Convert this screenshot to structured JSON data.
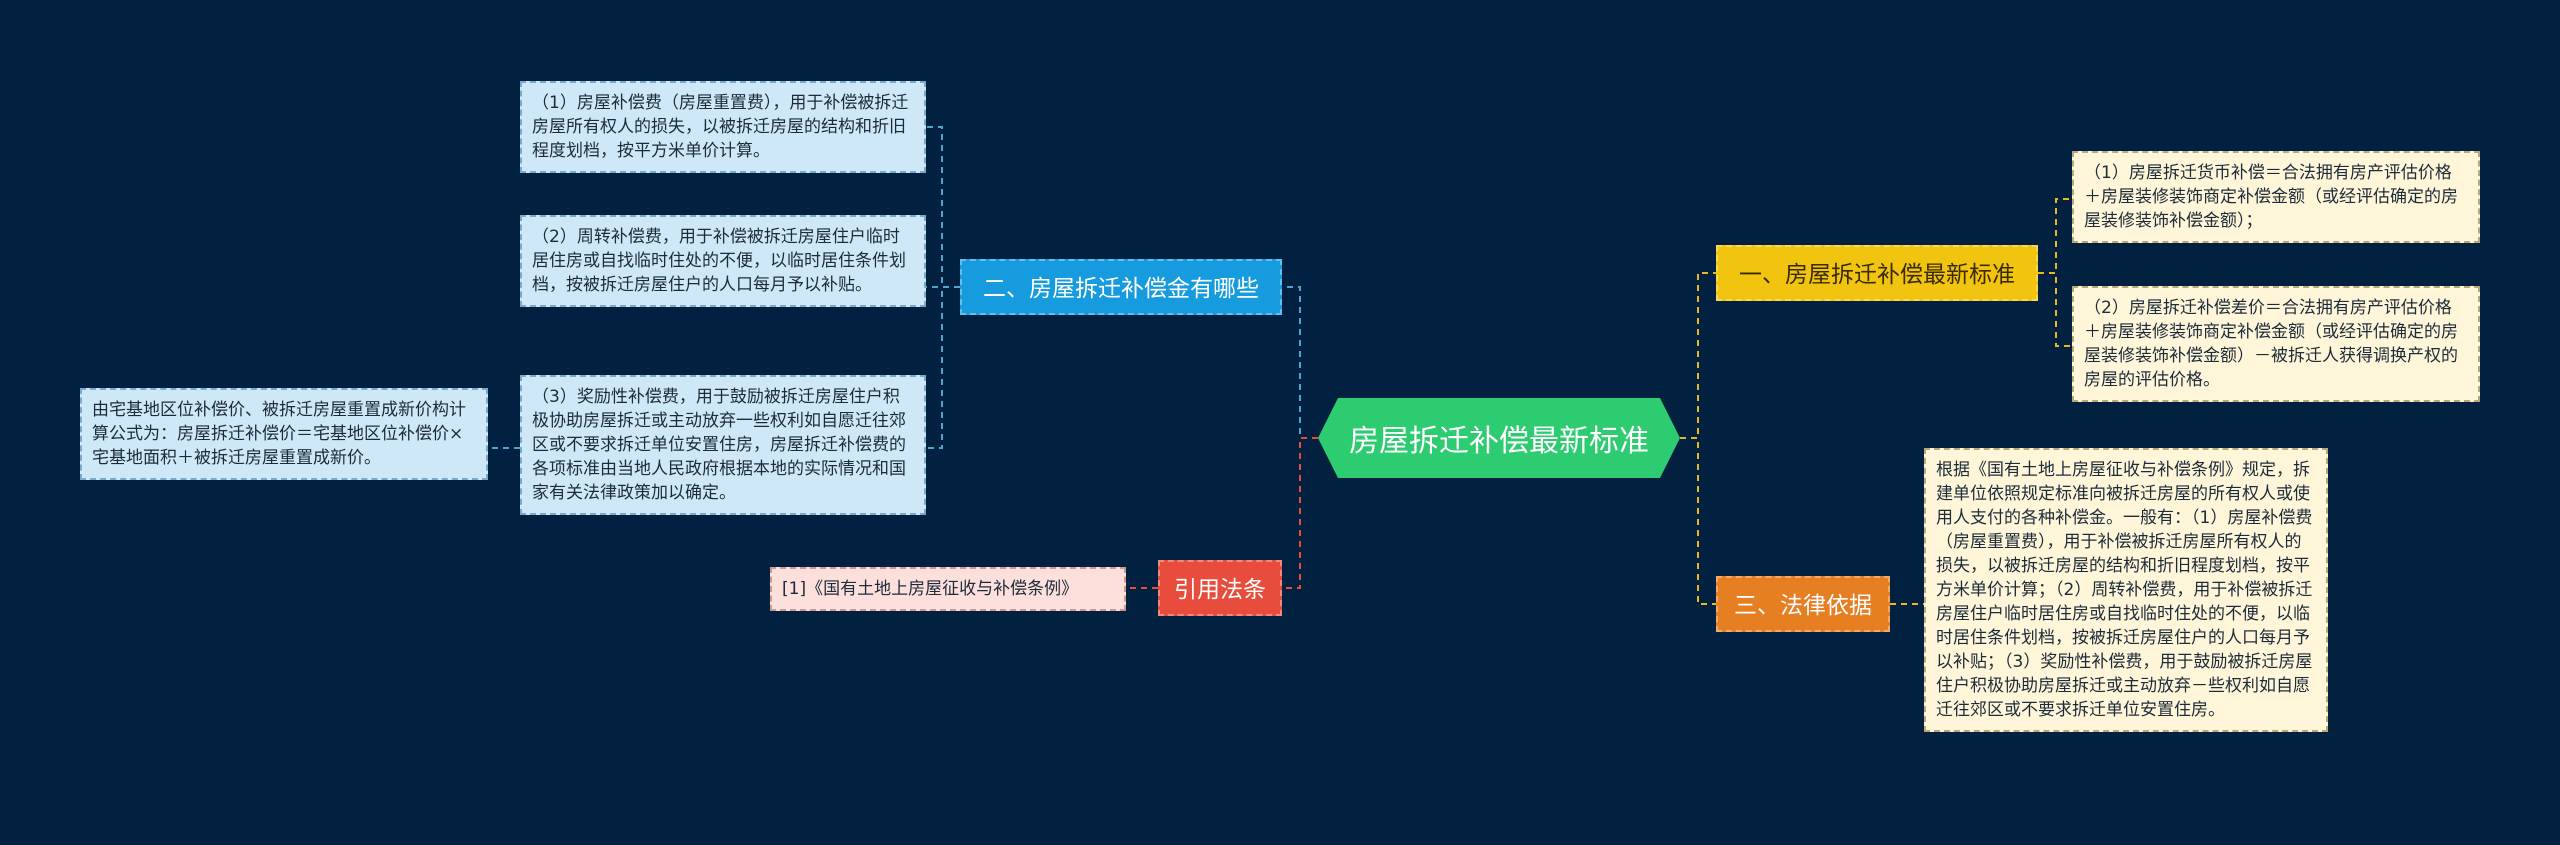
{
  "colors": {
    "background": "#02203f",
    "center": "#2ecc71",
    "branch_section2": "#169cde",
    "branch_section1": "#f1c40f",
    "branch_section3": "#e67e22",
    "branch_citation": "#e74c3c",
    "line_left": "#4fa3d1",
    "line_right": "#e8b820",
    "line_citation": "#e74c3c"
  },
  "center": {
    "title": "房屋拆迁补偿最新标准"
  },
  "branches": {
    "section1": {
      "label": "一、房屋拆迁补偿最新标准"
    },
    "section2": {
      "label": "二、房屋拆迁补偿金有哪些"
    },
    "section3": {
      "label": "三、法律依据"
    },
    "citation": {
      "label": "引用法条"
    }
  },
  "leaves": {
    "s2_item1": "（1）房屋补偿费（房屋重置费），用于补偿被拆迁房屋所有权人的损失，以被拆迁房屋的结构和折旧程度划档，按平方米单价计算。",
    "s2_item2": "（2）周转补偿费，用于补偿被拆迁房屋住户临时居住房或自找临时住处的不便，以临时居住条件划档，按被拆迁房屋住户的人口每月予以补贴。",
    "s2_item3": "（3）奖励性补偿费，用于鼓励被拆迁房屋住户积极协助房屋拆迁或主动放弃一些权利如自愿迁往郊区或不要求拆迁单位安置住房，房屋拆迁补偿费的各项标准由当地人民政府根据本地的实际情况和国家有关法律政策加以确定。",
    "s2_item3_sub": "由宅基地区位补偿价、被拆迁房屋重置成新价构计算公式为：房屋拆迁补偿价＝宅基地区位补偿价×宅基地面积＋被拆迁房屋重置成新价。",
    "s1_item1": "（1）房屋拆迁货币补偿＝合法拥有房产评估价格＋房屋装修装饰商定补偿金额（或经评估确定的房屋装修装饰补偿金额）；",
    "s1_item2": "（2）房屋拆迁补偿差价＝合法拥有房产评估价格＋房屋装修装饰商定补偿金额（或经评估确定的房屋装修装饰补偿金额）－被拆迁人获得调换产权的房屋的评估价格。",
    "s3_item1": "根据《国有土地上房屋征收与补偿条例》规定，拆建单位依照规定标准向被拆迁房屋的所有权人或使用人支付的各种补偿金。一般有：（1）房屋补偿费（房屋重置费），用于补偿被拆迁房屋所有权人的损失，以被拆迁房屋的结构和折旧程度划档，按平方米单价计算；（2）周转补偿费，用于补偿被拆迁房屋住户临时居住房或自找临时住处的不便，以临时居住条件划档，按被拆迁房屋住户的人口每月予以补贴；（3）奖励性补偿费，用于鼓励被拆迁房屋住户积极协助房屋拆迁或主动放弃－些权利如自愿迁往郊区或不要求拆迁单位安置住房。",
    "citation_item1": "[1]《国有土地上房屋征收与补偿条例》"
  }
}
